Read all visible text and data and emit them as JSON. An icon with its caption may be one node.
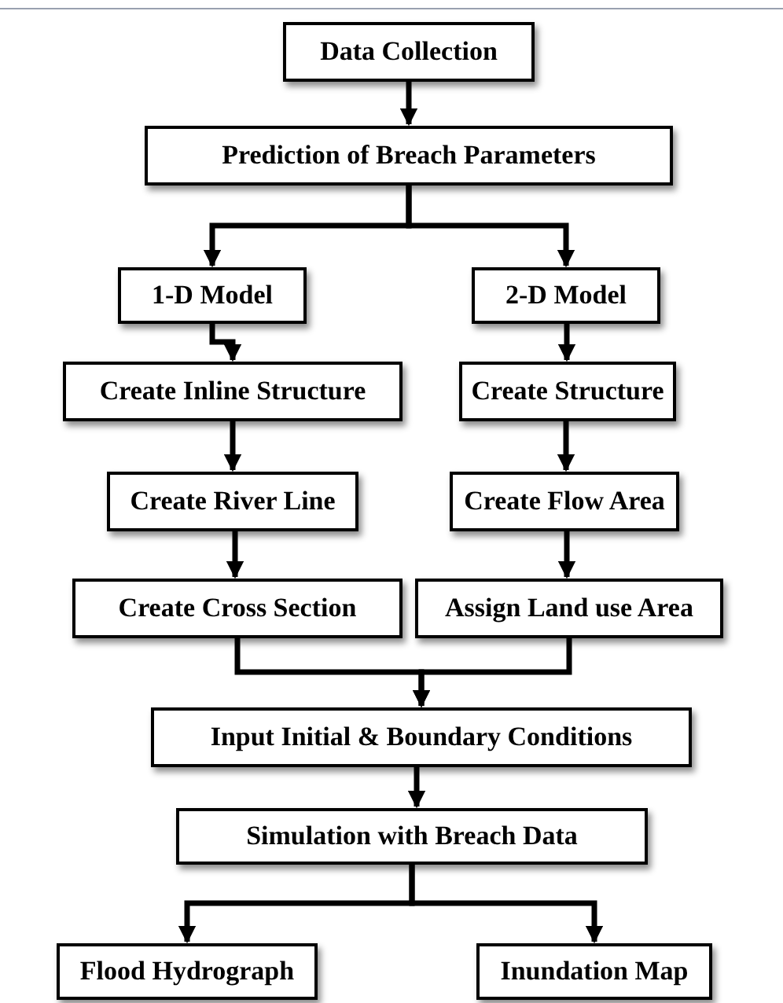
{
  "diagram": {
    "nodes": [
      {
        "text": [
          "Data Collection"
        ]
      },
      {
        "text": [
          "Prediction of Breach Parameters"
        ]
      },
      {
        "text": [
          "1-D Model"
        ]
      },
      {
        "text": [
          "2-D Model"
        ]
      },
      {
        "text": [
          "Create Inline Structure"
        ]
      },
      {
        "text": [
          "Create Structure"
        ]
      },
      {
        "text": [
          "Create River Line"
        ]
      },
      {
        "text": [
          "Create Flow Area"
        ]
      },
      {
        "text": [
          "Create Cross Section"
        ]
      },
      {
        "text": [
          "Assign Land use Area"
        ]
      },
      {
        "text": [
          "Input Initial & Boundary Conditions"
        ]
      },
      {
        "text": [
          "Simulation with Breach Data"
        ]
      },
      {
        "text": [
          "Flood Hydrograph"
        ]
      },
      {
        "text": [
          "Inundation Map"
        ]
      }
    ],
    "edges": [
      {
        "from": 0,
        "to": 1,
        "arrow": "to"
      },
      {
        "from": 1,
        "to": 2,
        "arrow": "to"
      },
      {
        "from": 1,
        "to": 3,
        "arrow": "to"
      },
      {
        "from": 2,
        "to": 4,
        "arrow": "to"
      },
      {
        "from": 4,
        "to": 6,
        "arrow": "to"
      },
      {
        "from": 6,
        "to": 8,
        "arrow": "to"
      },
      {
        "from": 3,
        "to": 5,
        "arrow": "to"
      },
      {
        "from": 5,
        "to": 7,
        "arrow": "to"
      },
      {
        "from": 7,
        "to": 9,
        "arrow": "to"
      },
      {
        "from": 8,
        "to": 10,
        "arrow": "to"
      },
      {
        "from": 9,
        "to": 10,
        "arrow": "to"
      },
      {
        "from": 10,
        "to": 11,
        "arrow": "to"
      },
      {
        "from": 11,
        "to": 12,
        "arrow": "to"
      },
      {
        "from": 11,
        "to": 13,
        "arrow": "to"
      }
    ]
  }
}
